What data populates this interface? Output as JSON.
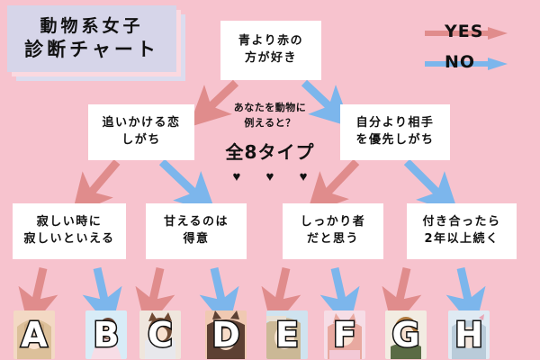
{
  "title": {
    "line1": "動物系女子",
    "line2": "診断チャート",
    "box_color": "#d6d5e9"
  },
  "legend": {
    "items": [
      {
        "label": "YES",
        "color": "#e08c8c",
        "icon": "arrow-right-icon"
      },
      {
        "label": "NO",
        "color": "#7cb6ec",
        "icon": "arrow-right-icon"
      }
    ]
  },
  "center_caption": {
    "question_line1": "あなたを動物に",
    "question_line2": "例えると？",
    "types_count": "全8タイプ",
    "hearts": "♥ ♥ ♥"
  },
  "colors": {
    "background": "#f7c3ce",
    "yes_arrow": "#e08c8c",
    "no_arrow": "#7cb6ec",
    "node_bg": "#ffffff",
    "text": "#111111"
  },
  "nodes": [
    {
      "id": "q1",
      "line1": "青より赤の",
      "line2": "方が好き"
    },
    {
      "id": "q2",
      "line1": "追いかける恋",
      "line2": "しがち"
    },
    {
      "id": "q3",
      "line1": "自分より相手",
      "line2": "を優先しがち"
    },
    {
      "id": "q4",
      "line1": "寂しい時に",
      "line2": "寂しいといえる"
    },
    {
      "id": "q5",
      "line1": "甘えるのは",
      "line2": "得意"
    },
    {
      "id": "q6",
      "line1": "しっかり者",
      "line2": "だと思う"
    },
    {
      "id": "q7",
      "line1": "付き合ったら",
      "line2": "2年以上続く"
    }
  ],
  "results": [
    {
      "letter": "A",
      "arrow": "yes"
    },
    {
      "letter": "B",
      "arrow": "no"
    },
    {
      "letter": "C",
      "arrow": "yes"
    },
    {
      "letter": "D",
      "arrow": "no"
    },
    {
      "letter": "E",
      "arrow": "yes"
    },
    {
      "letter": "F",
      "arrow": "no"
    },
    {
      "letter": "G",
      "arrow": "yes"
    },
    {
      "letter": "H",
      "arrow": "no"
    }
  ]
}
